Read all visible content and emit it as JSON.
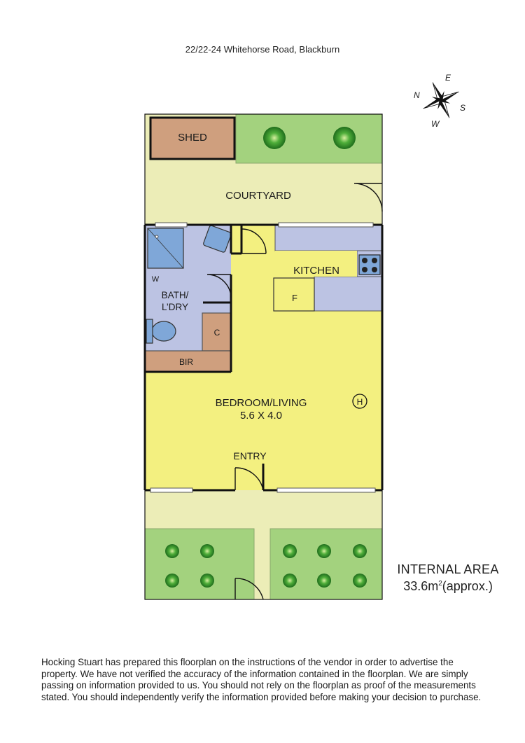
{
  "header": {
    "address": "22/22-24 Whitehorse Road, Blackburn"
  },
  "compass": {
    "n": "N",
    "e": "E",
    "s": "S",
    "w": "W"
  },
  "rooms": {
    "shed": "SHED",
    "courtyard": "COURTYARD",
    "kitchen": "KITCHEN",
    "fridge": "F",
    "bath_line1": "BATH/",
    "bath_line2": "L’DRY",
    "washer": "W",
    "cupboard": "C",
    "bir": "BIR",
    "bedroom": "BEDROOM/LIVING",
    "bedroom_dims": "5.6 X 4.0",
    "heater": "H",
    "entry": "ENTRY"
  },
  "area": {
    "label": "INTERNAL AREA",
    "value": "33.6m",
    "superscript": "2",
    "suffix": "(approx.)"
  },
  "disclaimer": "Hocking Stuart has prepared this floorplan on the instructions of the vendor in order to advertise the property. We have not verified the accuracy of the information contained in the floorplan. We are simply passing on information provided to us. You should not rely on the floorplan as proof of the measurements stated. You should independently verify the information provided before making your decision to purchase.",
  "colors": {
    "courtyard": "#ecedb7",
    "garden": "#a3d27e",
    "shed": "#cf9f7e",
    "living": "#f3f080",
    "wet": "#bcc3e3",
    "fixture": "#7fa7d8",
    "wall": "#111111"
  }
}
